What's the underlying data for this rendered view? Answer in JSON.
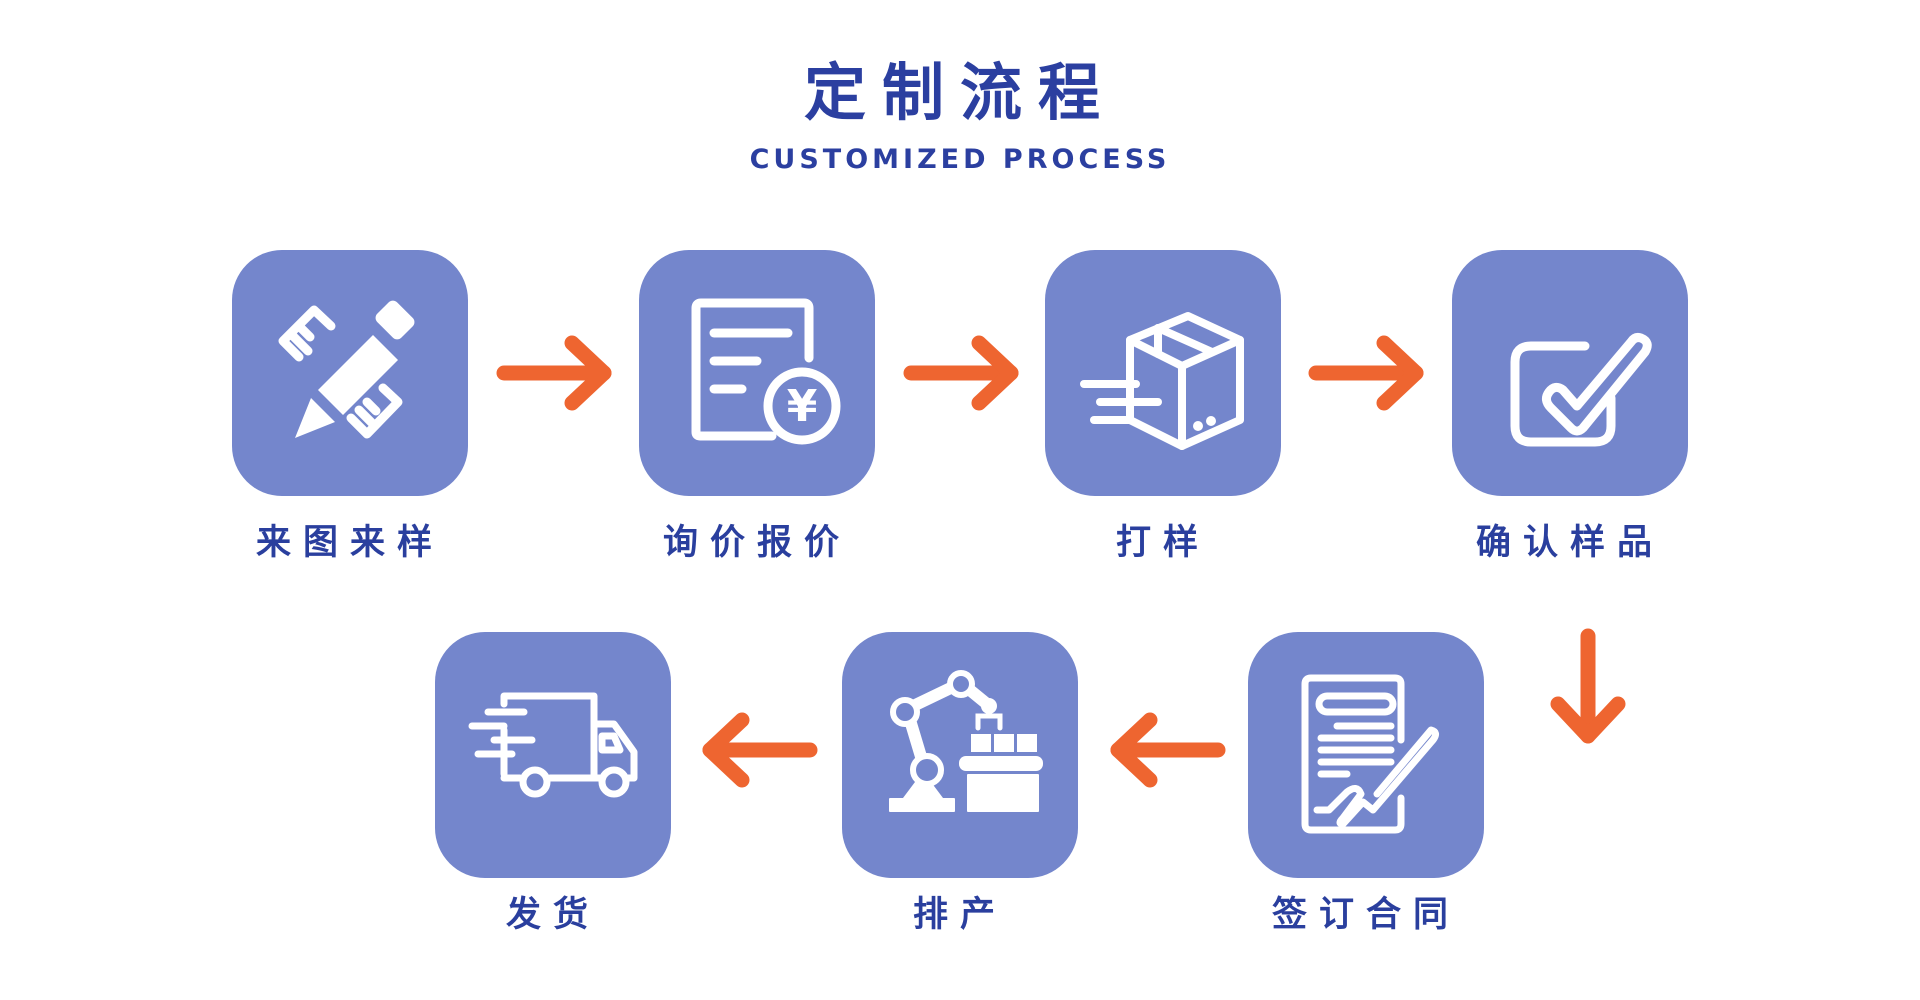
{
  "header": {
    "title": "定制流程",
    "subtitle": "CUSTOMIZED PROCESS"
  },
  "colors": {
    "title_text": "#2B3FA0",
    "step_box": "#7486CC",
    "icon": "#FFFFFF",
    "arrow": "#EE6530",
    "background": "#FFFFFF"
  },
  "steps": [
    {
      "order": 1,
      "label": "来图来样",
      "icon": "pencil-ruler-icon"
    },
    {
      "order": 2,
      "label": "询价报价",
      "icon": "document-yen-icon"
    },
    {
      "order": 3,
      "label": "打样",
      "icon": "package-box-icon"
    },
    {
      "order": 4,
      "label": "确认样品",
      "icon": "checkbox-check-icon"
    },
    {
      "order": 5,
      "label": "签订合同",
      "icon": "contract-sign-icon"
    },
    {
      "order": 6,
      "label": "排产",
      "icon": "robot-arm-production-icon"
    },
    {
      "order": 7,
      "label": "发货",
      "icon": "delivery-truck-icon"
    }
  ],
  "arrows": [
    {
      "from": 1,
      "to": 2,
      "direction": "right"
    },
    {
      "from": 2,
      "to": 3,
      "direction": "right"
    },
    {
      "from": 3,
      "to": 4,
      "direction": "right"
    },
    {
      "from": 4,
      "to": 5,
      "direction": "down"
    },
    {
      "from": 5,
      "to": 6,
      "direction": "left"
    },
    {
      "from": 6,
      "to": 7,
      "direction": "left"
    }
  ]
}
